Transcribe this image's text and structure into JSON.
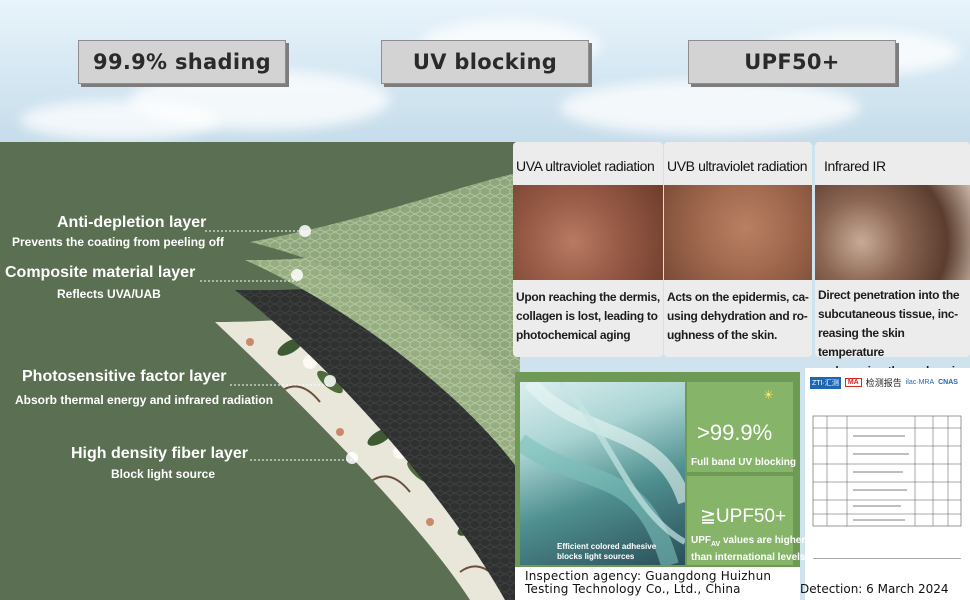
{
  "top_buttons": [
    "99.9% shading",
    "UV blocking",
    "UPF50+"
  ],
  "layers": [
    {
      "title": "Anti-depletion layer",
      "subtitle": "Prevents the coating from peeling off"
    },
    {
      "title": "Composite material layer",
      "subtitle": "Reflects UVA/UAB"
    },
    {
      "title": "Photosensitive factor layer",
      "subtitle": "Absorb thermal energy and infrared radiation"
    },
    {
      "title": "High density fiber layer",
      "subtitle": "Block light source"
    }
  ],
  "radiation_panels": [
    {
      "title": "UVA ultraviolet radiation",
      "text": [
        "Upon reaching the dermis,",
        "collagen is lost, leading to",
        "photochemical aging"
      ]
    },
    {
      "title": "UVB ultraviolet radiation",
      "text": [
        "Acts on the epidermis, ca-",
        "using dehydration and ro-",
        "ughness of the skin."
      ]
    },
    {
      "title": "Infrared IR",
      "text": [
        "Direct penetration into the",
        "subcutaneous tissue, inc-",
        "reasing the skin temperature",
        "and causing thermal ageing"
      ]
    }
  ],
  "fabric_caption": [
    "Efficient colored adhesive",
    "blocks light sources"
  ],
  "stats": [
    {
      "value": ">99.9%",
      "label": "Full band UV blocking"
    },
    {
      "value": "≧UPF50+",
      "label_prefix": "UPF",
      "label_sub": "AV",
      "label_rest": " values are higher",
      "label_line2": "than international levels"
    }
  ],
  "report": {
    "header": "检测报告",
    "logos": [
      "ZTI·汇测",
      "MA",
      "ilac·MRA",
      "CNAS"
    ]
  },
  "inspection": [
    "Inspection agency: Guangdong Huizhun",
    "Testing Technology Co., Ltd., China"
  ],
  "detection": "Detection: 6 March 2024",
  "colors": {
    "green_bg": "#5b7052",
    "stat_green": "#86b56a",
    "button_gray": "#d3d3d3"
  }
}
